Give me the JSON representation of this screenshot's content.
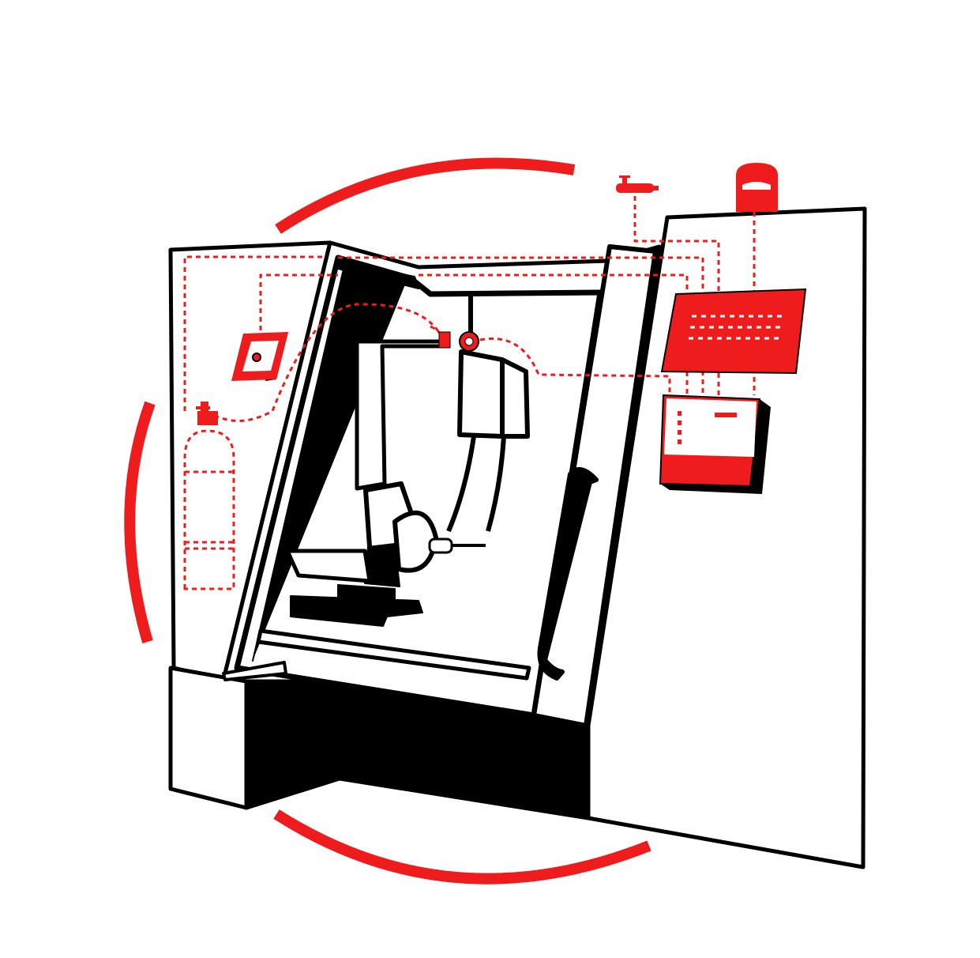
{
  "colors": {
    "accent": "#ee1c1c",
    "outline": "#000000",
    "background": "#ffffff"
  },
  "components": [
    "machine-enclosure",
    "cabinet-door",
    "control-cabinet",
    "fire-suppression-control-panel",
    "control-unit",
    "beacon-light",
    "alarm-siren",
    "manual-release-station",
    "extinguishing-agent-cylinder",
    "cylinder-valve",
    "spindle-head",
    "nozzle",
    "flame-detector",
    "workpiece",
    "detection-lines"
  ]
}
